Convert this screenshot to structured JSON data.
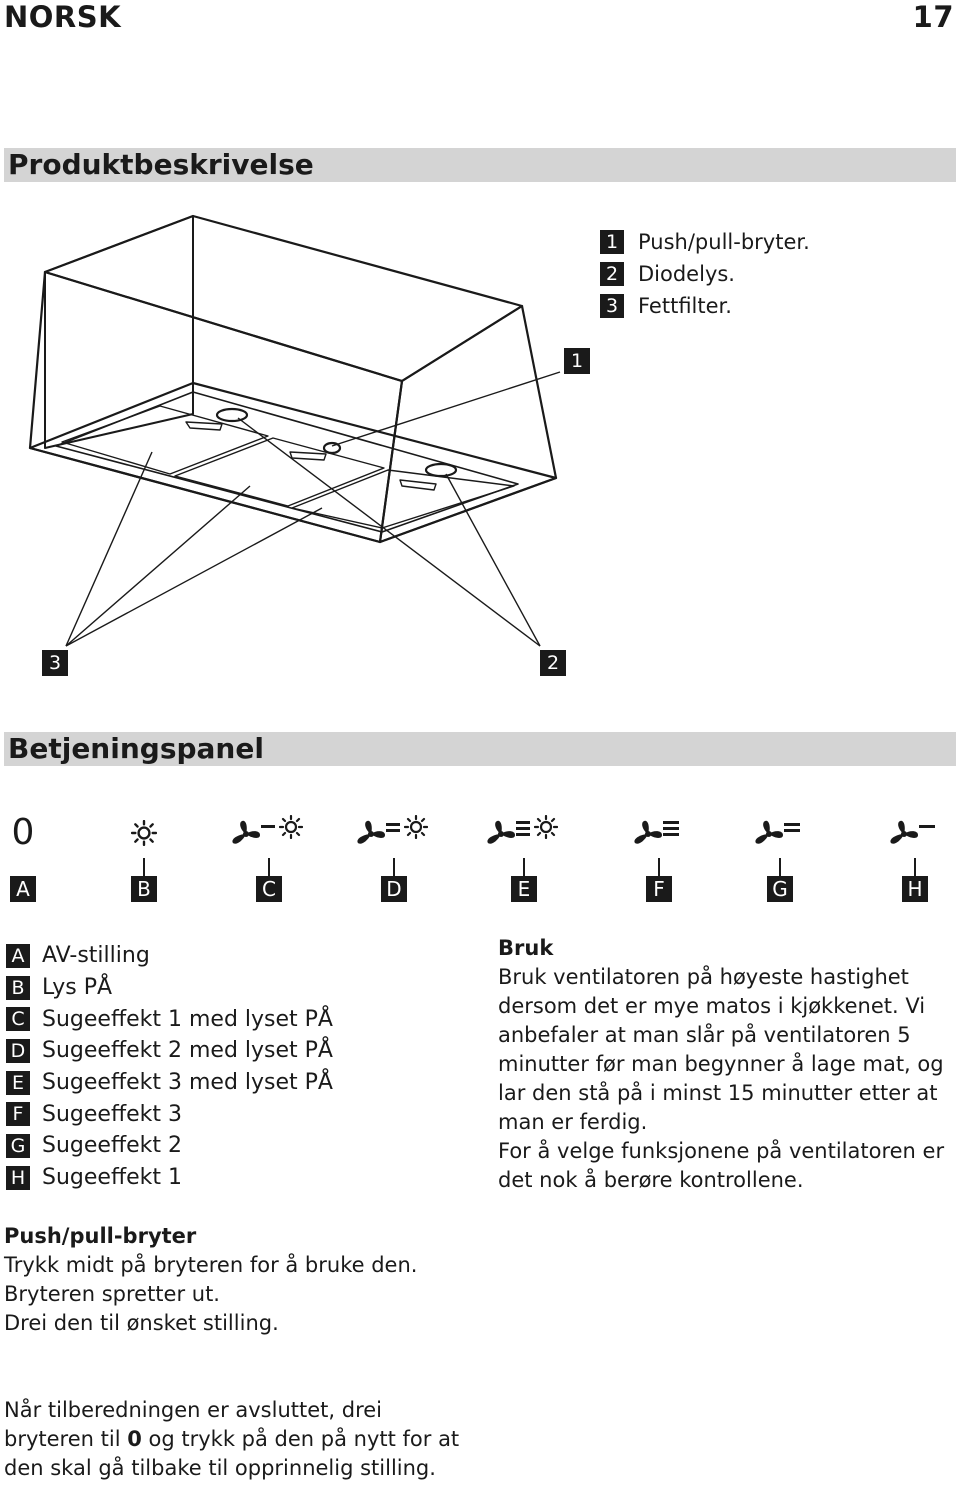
{
  "header": {
    "language": "NORSK",
    "page_number": "17"
  },
  "section1": {
    "title": "Produktbeskrivelse",
    "legend": [
      {
        "num": "1",
        "label": "Push/pull-bryter."
      },
      {
        "num": "2",
        "label": "Diodelys."
      },
      {
        "num": "3",
        "label": "Fettfilter."
      }
    ],
    "callouts": {
      "one": "1",
      "two": "2",
      "three": "3"
    }
  },
  "section2": {
    "title": "Betjeningspanel",
    "symbols": [
      {
        "letter": "A",
        "icon": "zero-off-symbol",
        "glyph": "0"
      },
      {
        "letter": "B",
        "icon": "light-icon"
      },
      {
        "letter": "C",
        "icon": "fan-speed1-light-icon"
      },
      {
        "letter": "D",
        "icon": "fan-speed2-light-icon"
      },
      {
        "letter": "E",
        "icon": "fan-speed3-light-icon"
      },
      {
        "letter": "F",
        "icon": "fan-speed3-icon"
      },
      {
        "letter": "G",
        "icon": "fan-speed2-icon"
      },
      {
        "letter": "H",
        "icon": "fan-speed1-icon"
      }
    ],
    "list": [
      {
        "letter": "A",
        "label": "AV-stilling"
      },
      {
        "letter": "B",
        "label": "Lys PÅ"
      },
      {
        "letter": "C",
        "label": "Sugeeffekt 1 med lyset PÅ"
      },
      {
        "letter": "D",
        "label": "Sugeeffekt 2 med lyset PÅ"
      },
      {
        "letter": "E",
        "label": "Sugeeffekt 3 med lyset PÅ"
      },
      {
        "letter": "F",
        "label": "Sugeeffekt 3"
      },
      {
        "letter": "G",
        "label": "Sugeeffekt 2"
      },
      {
        "letter": "H",
        "label": "Sugeeffekt 1"
      }
    ]
  },
  "bruk": {
    "heading": "Bruk",
    "para1": "Bruk ventilatoren på høyeste hastighet dersom det er mye matos i kjøkkenet. Vi anbefaler at man slår på ventilatoren 5 minutter før man begynner å lage mat, og lar den stå på i minst 15 minutter etter at man er ferdig.",
    "para2": "For å velge funksjonene på ventilatoren er det nok å berøre kontrollene."
  },
  "push_pull": {
    "heading": "Push/pull-bryter",
    "line1": "Trykk midt på bryteren for å bruke den.",
    "line2": "Bryteren spretter ut.",
    "line3": "Drei den til ønsket stilling."
  },
  "final_note": {
    "before": "Når tilberedningen er avsluttet, drei bryteren til ",
    "bold": "0",
    "after": " og trykk på den på nytt for at den skal gå tilbake til opprinnelig stilling."
  }
}
